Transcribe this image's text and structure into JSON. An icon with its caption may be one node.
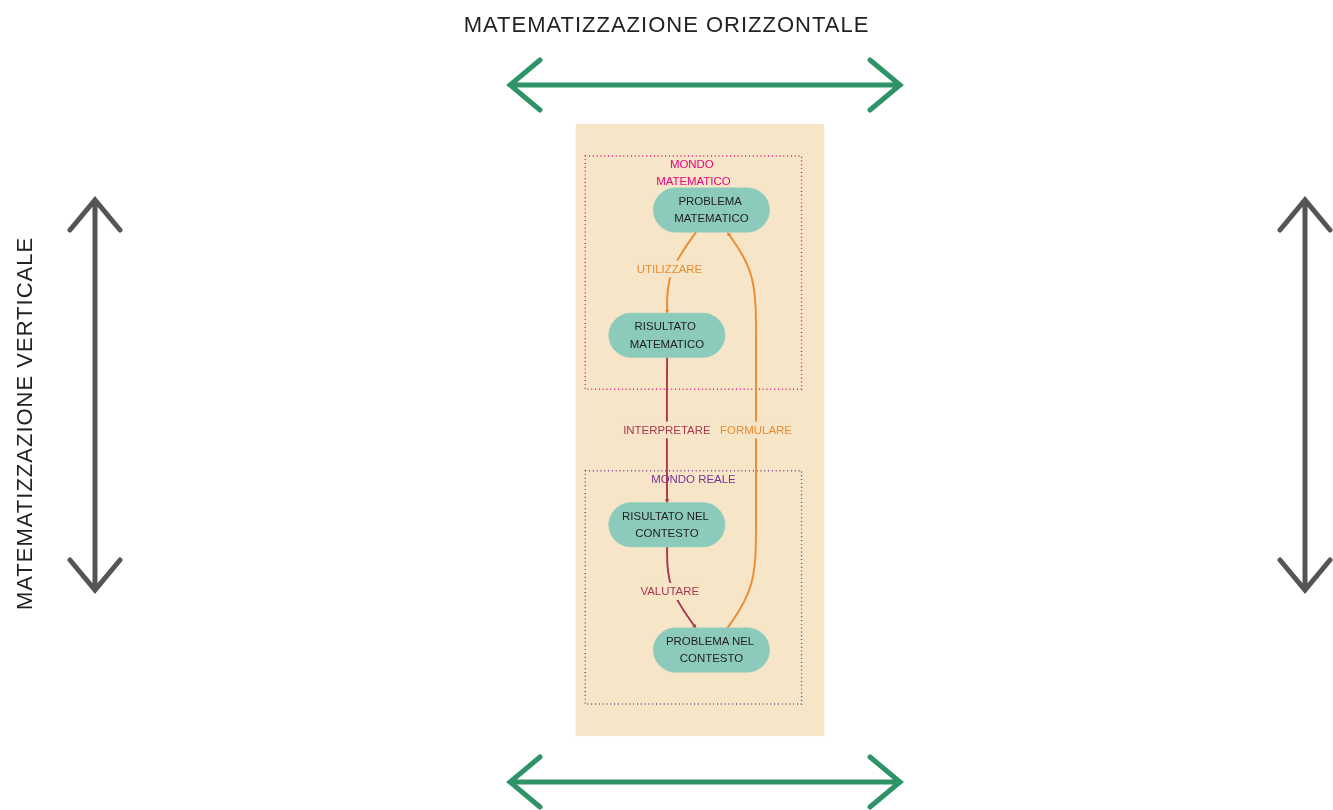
{
  "diagram": {
    "nodes": [
      {
        "text": [],
        "shape": "box"
      },
      {
        "text": [
          "MONDO REALE"
        ],
        "in": 0
      },
      {
        "text": [
          "PROBLEMA NEL CONTESTO"
        ],
        "in": 1
      },
      {
        "text": [
          "RISULTATO NEL CONTESTO"
        ],
        "in": 1
      },
      {
        "text": [
          "MONDO MATEMATICO"
        ],
        "in": 0
      },
      {
        "text": [
          "PROBLEMA MATEMATICO"
        ],
        "in": 4
      },
      {
        "text": [
          "RISULTATO MATEMATICO"
        ],
        "in": 4
      }
    ],
    "edges": [
      {
        "from": 2,
        "to": 5,
        "arrow": "to",
        "label": "FORMULARE",
        "color": "#ee8a2a"
      },
      {
        "from": 5,
        "to": 6,
        "arrow": "to",
        "label": "UTILIZZARE",
        "color": "#ee8a2a"
      },
      {
        "from": 6,
        "to": 3,
        "arrow": "to",
        "label": "INTERPRETARE",
        "color": "#a8374f"
      },
      {
        "from": 3,
        "to": 2,
        "arrow": "to",
        "label": "VALUTARE",
        "color": "#a8374f"
      }
    ],
    "labels": [
      "MATEMATIZZAZIONE ORIZZONTALE",
      "MATEMATIZZAZIONE VERTICALE"
    ]
  }
}
